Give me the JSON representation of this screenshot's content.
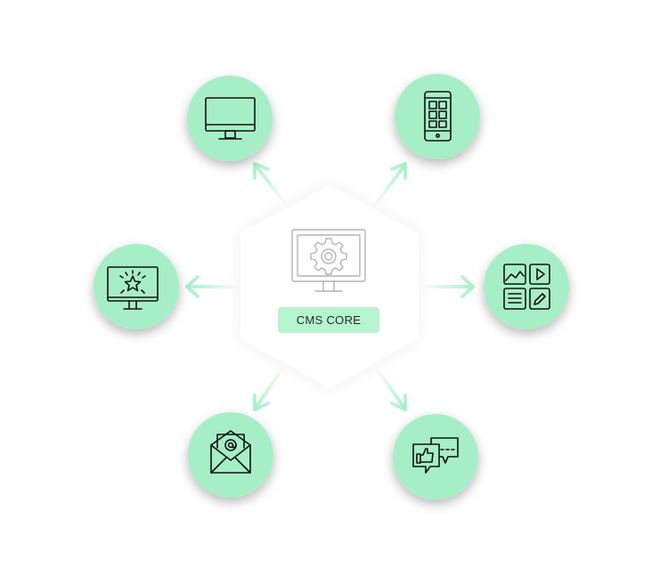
{
  "hub": {
    "label": "CMS CORE",
    "icon": "gear-monitor-icon"
  },
  "nodes": [
    {
      "id": "desktop",
      "icon": "desktop-monitor-icon"
    },
    {
      "id": "mobile",
      "icon": "smartphone-grid-icon"
    },
    {
      "id": "interactive",
      "icon": "monitor-sparkle-icon"
    },
    {
      "id": "media",
      "icon": "media-tiles-icon"
    },
    {
      "id": "email",
      "icon": "email-envelope-icon"
    },
    {
      "id": "social",
      "icon": "chat-like-icon"
    }
  ],
  "colors": {
    "node_fill": "#a6efc6",
    "arrow": "#a8f0c8",
    "label_fill": "#b5f4cf",
    "core_icon": "#b4b4b4",
    "icon_stroke": "#111111"
  }
}
